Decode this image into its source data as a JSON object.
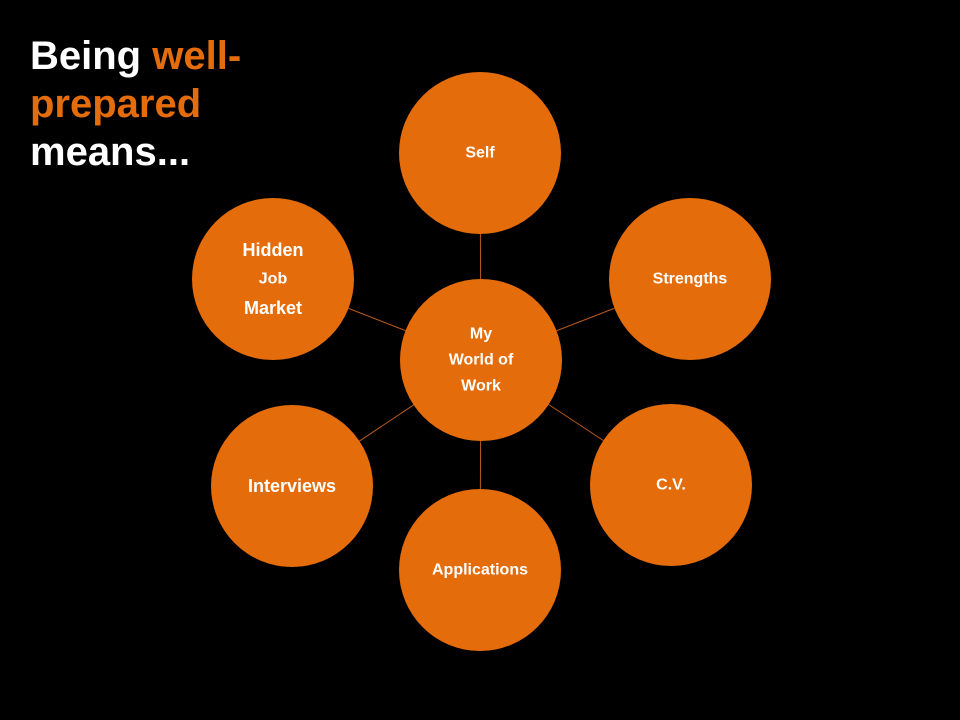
{
  "title": {
    "part1": "Being ",
    "part2": "well-",
    "part3": "prepared",
    "part4": "means..."
  },
  "diagram": {
    "center": {
      "id": "center",
      "lines": [
        "My",
        "World of",
        "Work"
      ]
    },
    "nodes": [
      {
        "id": "self",
        "lines": [
          "Self"
        ]
      },
      {
        "id": "strengths",
        "lines": [
          "Strengths"
        ]
      },
      {
        "id": "cv",
        "lines": [
          "C.V."
        ]
      },
      {
        "id": "applications",
        "lines": [
          "Applications"
        ]
      },
      {
        "id": "interviews",
        "lines": [
          "Interviews"
        ]
      },
      {
        "id": "hidden-job-market",
        "lines": [
          "Hidden",
          "Job",
          "Market"
        ]
      }
    ]
  },
  "colors": {
    "background": "#000000",
    "accent": "#e46c0a",
    "text": "#ffffff",
    "connector": "#b85a1a"
  }
}
